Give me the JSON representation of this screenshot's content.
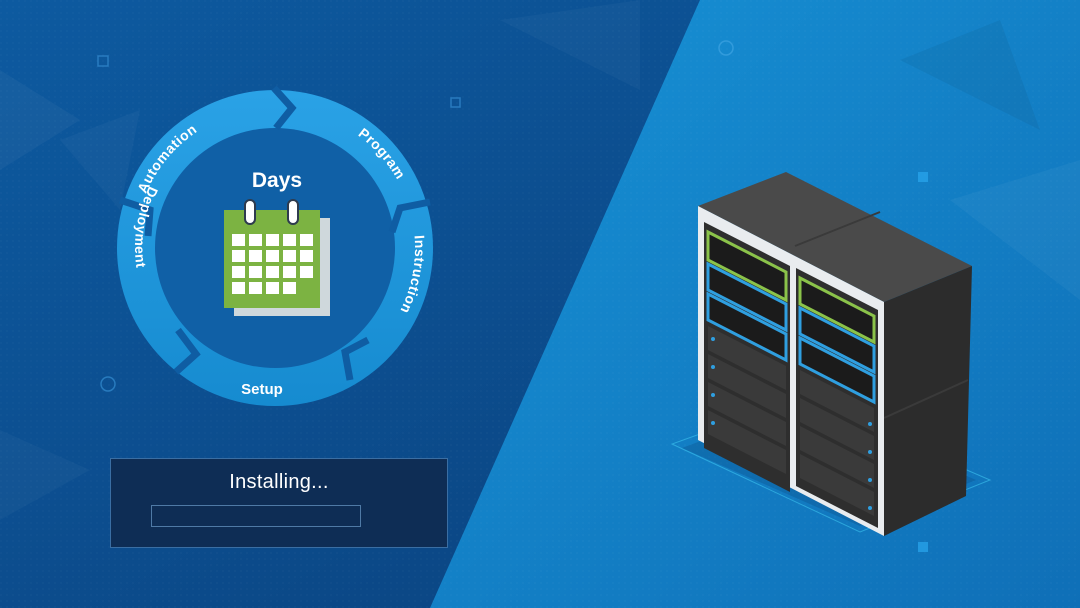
{
  "cycle": {
    "center_label": "Days",
    "segments": [
      "Automation",
      "Program",
      "Instruction",
      "Setup",
      "Deployment"
    ]
  },
  "installer": {
    "status_text": "Installing...",
    "progress": 0
  },
  "colors": {
    "background_dark": "#0c4d8e",
    "background_light": "#1a86c9",
    "ring": "#1f8fd4",
    "calendar": "#7cb342",
    "server_body": "#3c3c3c",
    "highlight_green": "#8bc34a",
    "highlight_blue": "#2f9fe0"
  },
  "icons": {
    "calendar": "calendar-icon",
    "server": "server-rack-icon"
  }
}
